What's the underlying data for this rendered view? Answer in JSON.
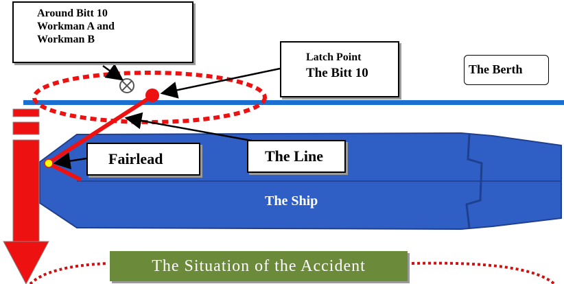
{
  "callouts": {
    "workmen_lines": [
      "Around Bitt 10",
      "Workman A and",
      "Workman B"
    ],
    "latch_lines": [
      "Latch Point",
      "The Bitt 10"
    ],
    "berth": "The Berth",
    "fairlead": "Fairlead",
    "line": "The Line",
    "ship": "The Ship"
  },
  "caption": "The Situation of the Accident",
  "colors": {
    "ship": "#2f5fc4",
    "ship_outline": "#1f3f8f",
    "berth_line": "#1a6fd0",
    "rope": "#ee1111",
    "dashed_ellipse": "#ee1111",
    "caption_bg": "#6b8a3a",
    "fairlead_point": "#ffff00"
  }
}
